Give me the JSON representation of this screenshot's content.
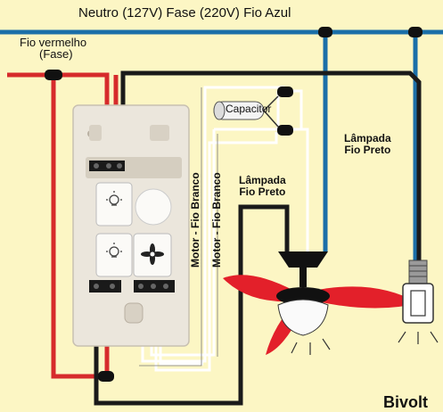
{
  "labels": {
    "top_wire": "Neutro (127V) Fase (220V) Fio Azul",
    "red_wire_line1": "Fio vermelho",
    "red_wire_line2": "(Fase)",
    "capacitor": "Capacitor",
    "lamp_right_line1": "Lâmpada",
    "lamp_right_line2": "Fio Preto",
    "lamp_mid_line1": "Lâmpada",
    "lamp_mid_line2": "Fio Preto",
    "motor_1": "Motor - Fio Branco",
    "motor_2": "Motor - Fio Branco",
    "bottom_title": "Bivolt"
  },
  "colors": {
    "background": "#fcf6c4",
    "blue_wire": "#1b6fa8",
    "red_wire": "#d62b2b",
    "black_wire": "#1a1a1a",
    "white_wire": "#ffffff",
    "fan_blade": "#e3202a",
    "switch_plate": "#ebe6dc"
  },
  "icons": [
    "lightbulb-icon",
    "fan-icon",
    "capacitor-icon",
    "lamp-socket-icon",
    "ceiling-fan-icon"
  ]
}
